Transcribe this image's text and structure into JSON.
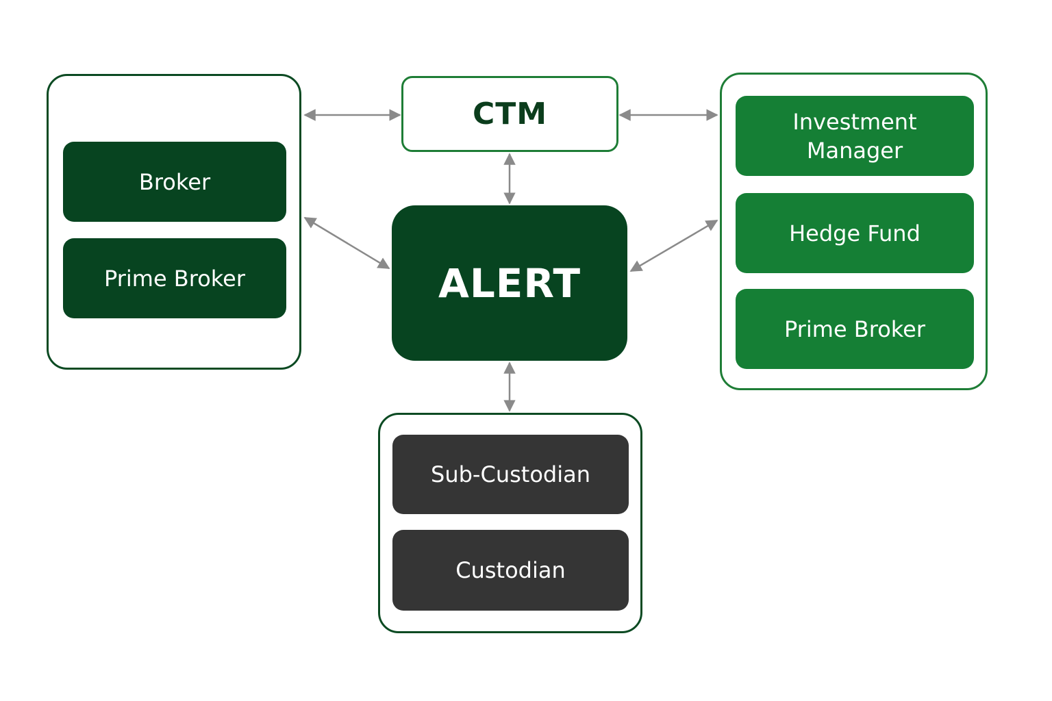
{
  "diagram": {
    "ctm_label": "CTM",
    "alert_label": "ALERT",
    "left_group": {
      "items": [
        {
          "label": "Broker"
        },
        {
          "label": "Prime Broker"
        }
      ]
    },
    "right_group": {
      "items": [
        {
          "label": "Investment\nManager"
        },
        {
          "label": "Hedge Fund"
        },
        {
          "label": "Prime Broker"
        }
      ]
    },
    "bottom_group": {
      "items": [
        {
          "label": "Sub-Custodian"
        },
        {
          "label": "Custodian"
        }
      ]
    },
    "colors": {
      "dark_green": "#074420",
      "green": "#157f35",
      "charcoal": "#353535",
      "arrow": "#8a8a8a"
    }
  }
}
